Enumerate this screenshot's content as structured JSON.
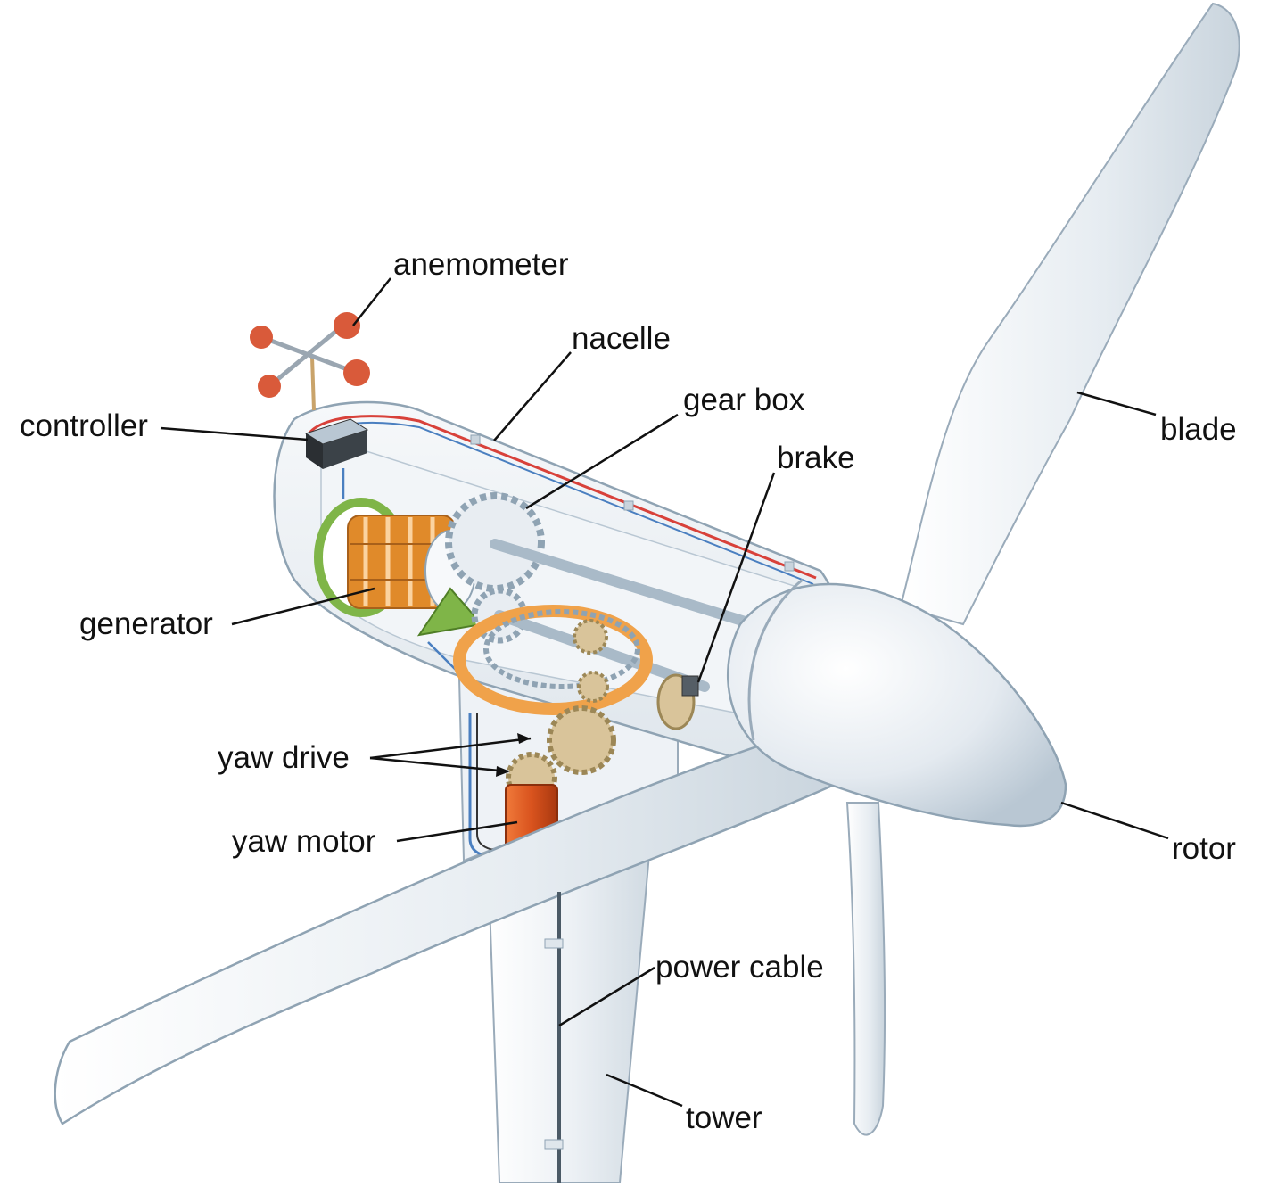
{
  "diagram": {
    "labels": {
      "anemometer": "anemometer",
      "nacelle": "nacelle",
      "gear_box": "gear box",
      "brake": "brake",
      "blade": "blade",
      "controller": "controller",
      "generator": "generator",
      "yaw_drive": "yaw drive",
      "yaw_motor": "yaw motor",
      "rotor": "rotor",
      "power_cable": "power cable",
      "tower": "tower"
    }
  },
  "colors": {
    "body": "#e9eef3",
    "outline": "#8fa3b3",
    "copper": "#e08a2a",
    "orange_ring": "#f0a24a",
    "green": "#7fb548",
    "gear": "#d9c49a",
    "motor": "#d9531e",
    "cup": "#d95a3a",
    "wire_red": "#d8413a",
    "wire_blue": "#4a7fc0"
  }
}
